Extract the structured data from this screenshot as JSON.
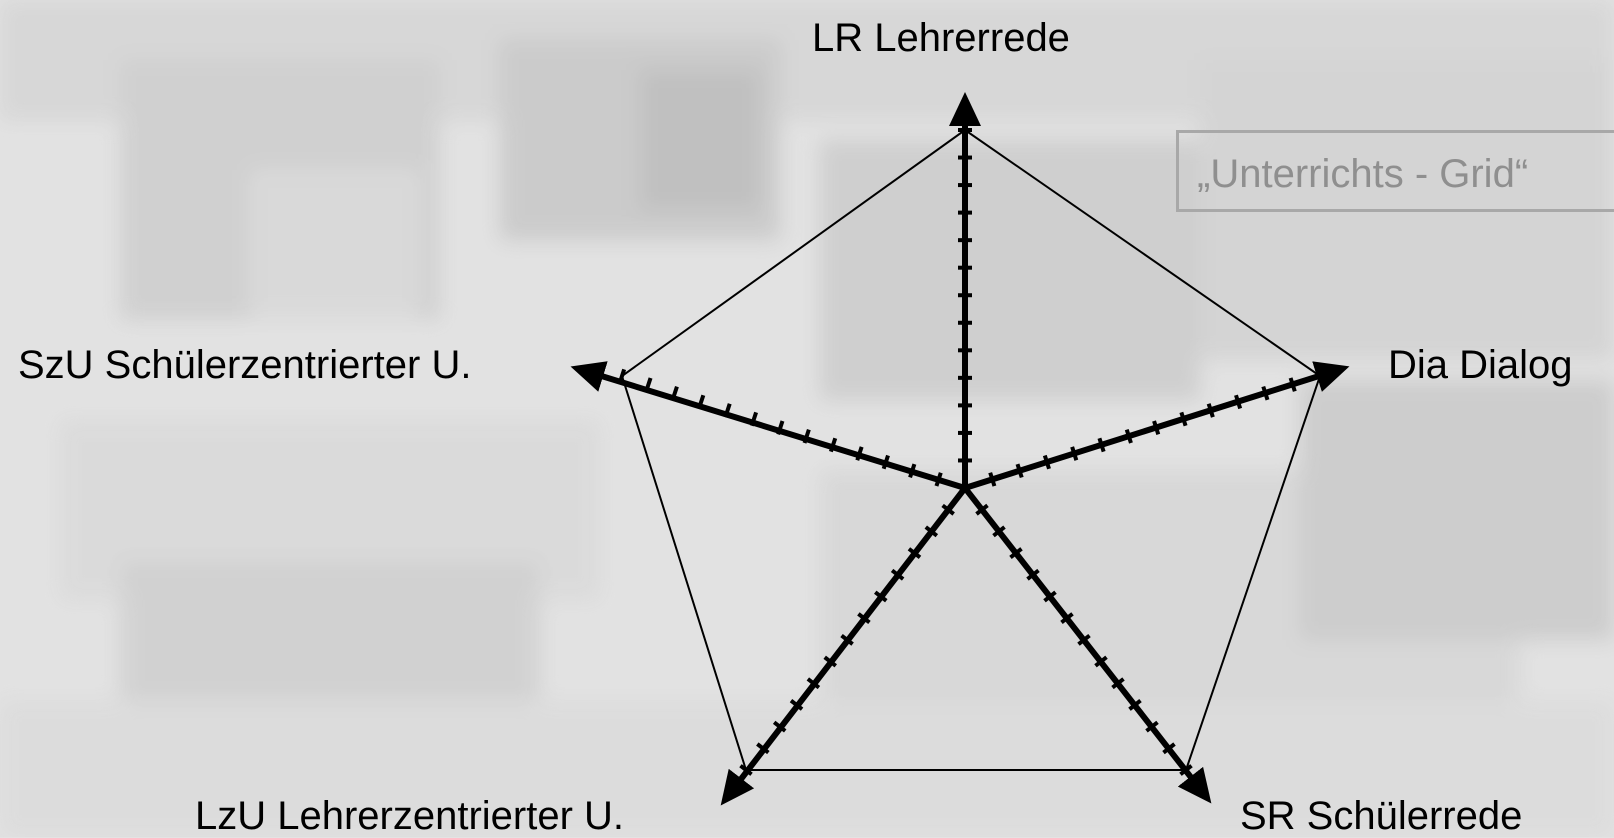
{
  "title": "„Unterrichts - Grid“",
  "axes": [
    {
      "key": "LR",
      "label": "LR Lehrerrede"
    },
    {
      "key": "Dia",
      "label": "Dia Dialog"
    },
    {
      "key": "SR",
      "label": "SR Schülerrede"
    },
    {
      "key": "LzU",
      "label": "LzU Lehrerzentrierter U."
    },
    {
      "key": "SzU",
      "label": "SzU Schülerzentrierter U."
    }
  ],
  "tick_count": 13,
  "colors": {
    "axis": "#000000",
    "title_text": "#8f8f8f",
    "title_border": "#a8a8a8",
    "background": "#e3e3e3"
  }
}
